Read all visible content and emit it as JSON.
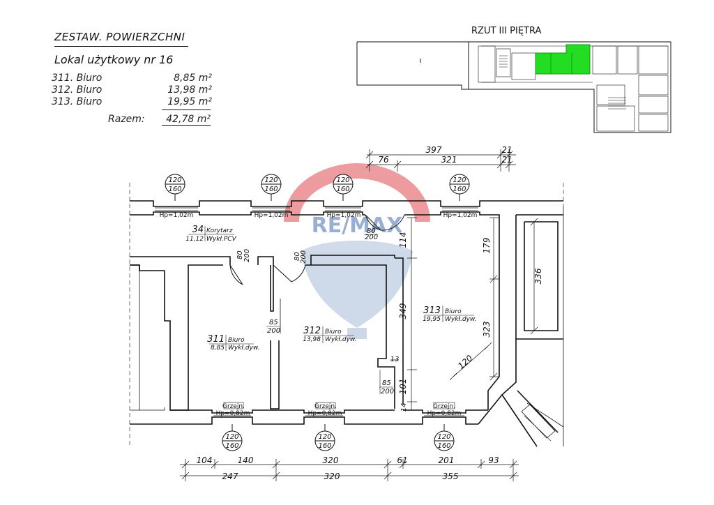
{
  "summary": {
    "title": "ZESTAW. POWIERZCHNI",
    "unit": "Lokal użytkowy nr 16",
    "rows": [
      {
        "name": "311. Biuro",
        "area": "8,85 m²"
      },
      {
        "name": "312. Biuro",
        "area": "13,98 m²"
      },
      {
        "name": "313. Biuro",
        "area": "19,95 m²"
      }
    ],
    "total_label": "Razem:",
    "total_value": "42,78 m²"
  },
  "keyplan": {
    "title": "RZUT III PIĘTRA",
    "highlight_color": "#22dd22"
  },
  "watermark": {
    "text": "RE/MAX",
    "colors": [
      "#d8232a",
      "#1d4f9c"
    ]
  },
  "rooms": [
    {
      "num": "34",
      "name": "Korytarz",
      "area": "11,12",
      "finish": "Wykł.PCV"
    },
    {
      "num": "311",
      "name": "Biuro",
      "area": "8,85",
      "finish": "Wykł.dyw."
    },
    {
      "num": "312",
      "name": "Biuro",
      "area": "13,98",
      "finish": "Wykł.dyw."
    },
    {
      "num": "313",
      "name": "Biuro",
      "area": "19,95",
      "finish": "Wykł.dyw."
    }
  ],
  "windows": {
    "top_tag": [
      "120",
      "160"
    ],
    "top_hp": "Hp=1,02m",
    "bottom_tag": [
      "120",
      "160"
    ],
    "bottom_hp": "Hp=0,82m",
    "heater": "Grzejn."
  },
  "doors": {
    "d80": [
      "80",
      "200"
    ],
    "d85": [
      "85",
      "200"
    ]
  },
  "dims": {
    "top_row1": [
      "397",
      "21"
    ],
    "top_row2": [
      "76",
      "321",
      "21"
    ],
    "bottom_row1": [
      "104",
      "140",
      "320",
      "61",
      "201",
      "93"
    ],
    "bottom_row2": [
      "247",
      "320",
      "355"
    ],
    "vertical": [
      "114",
      "179",
      "336",
      "349",
      "323",
      "101",
      "14",
      "13",
      "120"
    ]
  }
}
